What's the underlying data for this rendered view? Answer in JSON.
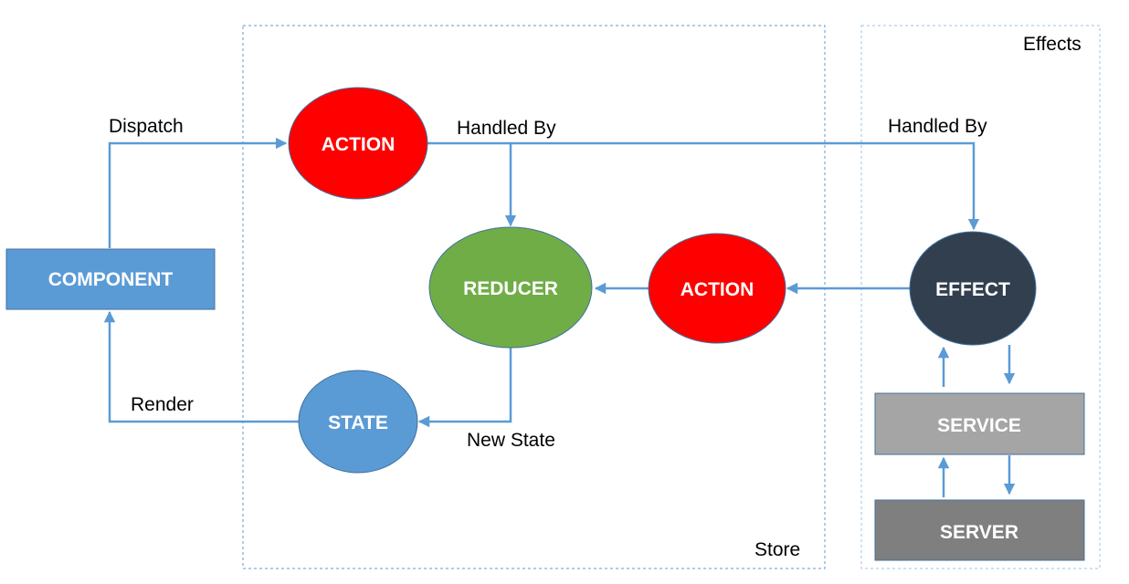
{
  "groups": {
    "store": {
      "label": "Store",
      "border_color": "#5b9bd5"
    },
    "effects": {
      "label": "Effects",
      "border_color": "#9dc3e6"
    }
  },
  "nodes": {
    "component": {
      "label": "COMPONENT",
      "color": "#5b9bd5"
    },
    "action_dispatch": {
      "label": "ACTION",
      "color": "#ff0000"
    },
    "reducer": {
      "label": "REDUCER",
      "color": "#70ad47"
    },
    "action_effect": {
      "label": "ACTION",
      "color": "#ff0000"
    },
    "state": {
      "label": "STATE",
      "color": "#5b9bd5"
    },
    "effect": {
      "label": "EFFECT",
      "color": "#323f4f"
    },
    "service": {
      "label": "SERVICE",
      "color": "#a5a5a5"
    },
    "server": {
      "label": "SERVER",
      "color": "#7f7f7f"
    }
  },
  "edge_labels": {
    "dispatch": "Dispatch",
    "handled_by_reducer": "Handled By",
    "handled_by_effect": "Handled By",
    "new_state": "New State",
    "render": "Render"
  },
  "colors": {
    "edge": "#5b9bd5"
  }
}
